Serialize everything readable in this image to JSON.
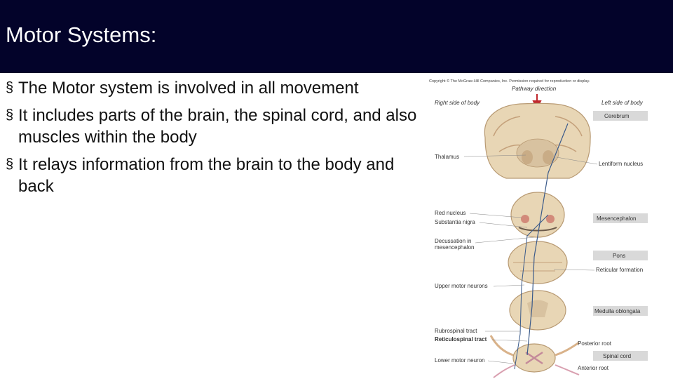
{
  "slide": {
    "title": "Motor Systems:",
    "bullet_marker": "§",
    "bullets": [
      "The Motor system is involved in all movement",
      "It includes parts of the brain, the spinal cord, and also muscles within the body",
      "It relays information from the brain to the body and back"
    ]
  },
  "figure": {
    "copyright": "Copyright © The McGraw-Hill Companies, Inc. Permission required for reproduction or display.",
    "pathway_direction": "Pathway direction",
    "right_side": "Right side of body",
    "left_side": "Left side of body",
    "left_labels": {
      "thalamus": "Thalamus",
      "red_nucleus": "Red nucleus",
      "substantia_nigra": "Substantia nigra",
      "decussation_1": "Decussation in",
      "decussation_2": "mesencephalon",
      "upper_motor": "Upper motor neurons",
      "rubrospinal": "Rubrospinal tract",
      "reticulospinal": "Reticulospinal tract",
      "lower_motor": "Lower motor neuron"
    },
    "right_labels": {
      "cerebrum": "Cerebrum",
      "lentiform": "Lentiform nucleus",
      "mesencephalon": "Mesencephalon",
      "pons": "Pons",
      "reticular": "Reticular formation",
      "medulla": "Medulla oblongata",
      "posterior_root": "Posterior root",
      "spinal_cord": "Spinal cord",
      "anterior_root": "Anterior root"
    }
  }
}
